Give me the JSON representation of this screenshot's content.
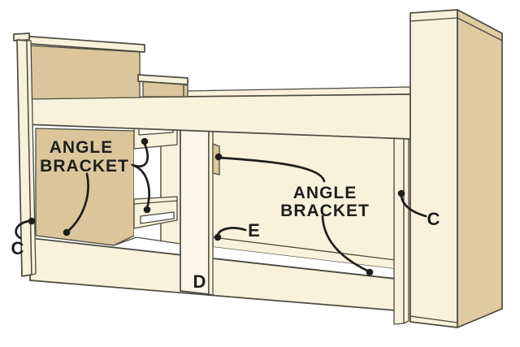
{
  "diagram": {
    "callouts": {
      "angle_bracket_left": {
        "line1": "ANGLE",
        "line2": "BRACKET"
      },
      "angle_bracket_right": {
        "line1": "ANGLE",
        "line2": "BRACKET"
      },
      "c_left": "C",
      "c_right": "C",
      "d": "D",
      "e": "E"
    },
    "colors": {
      "background": "#FFFFFF",
      "wood_light": "#F8F2DC",
      "wood_lighter": "#FBF6E7",
      "wood_tan": "#DBC69C",
      "wood_side": "#DFCBA2",
      "outline": "#4B4B41",
      "callout": "#1E1E1C"
    }
  }
}
